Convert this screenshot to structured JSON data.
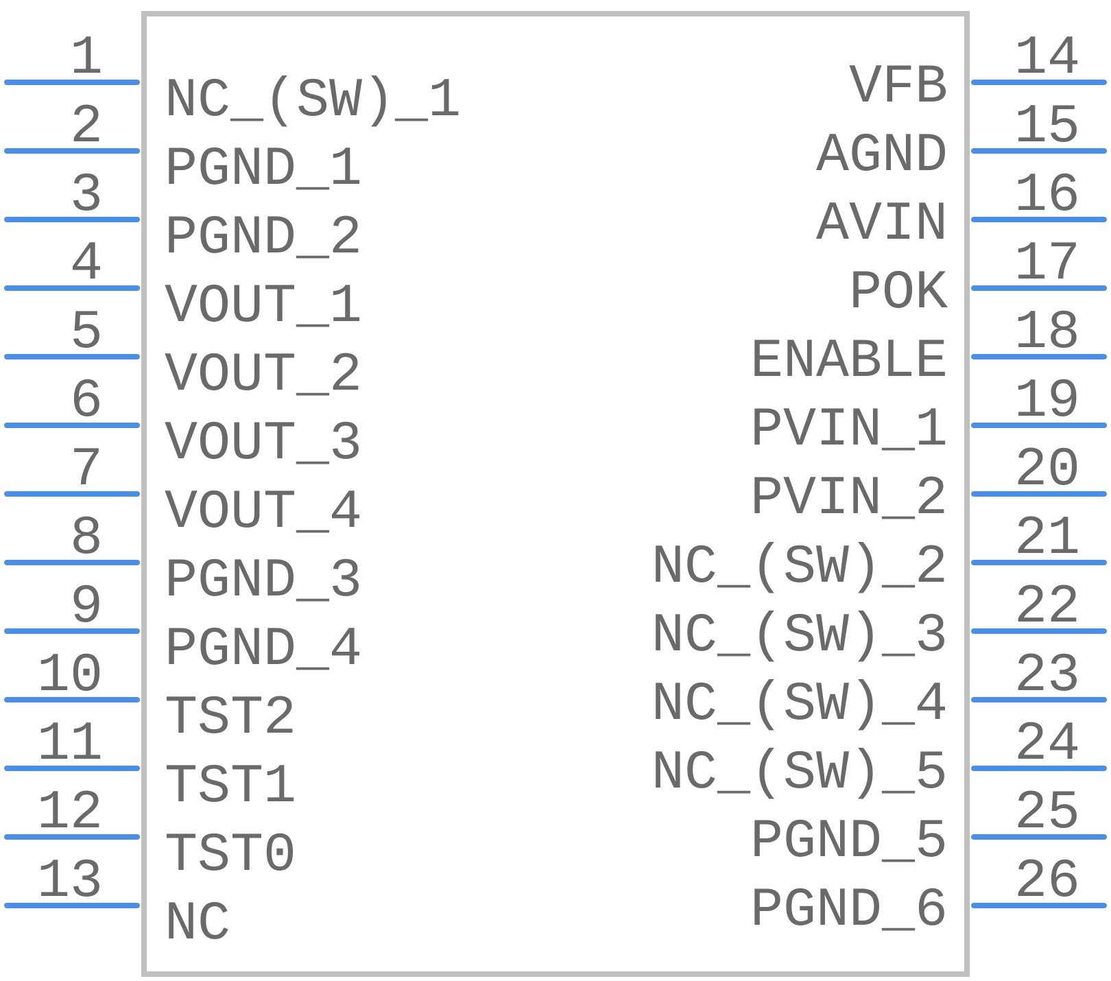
{
  "colors": {
    "pin": "#4a90e8",
    "body_outline": "#c0c0c0",
    "text": "#6a6a6a",
    "background": "#ffffff"
  },
  "left_pins": [
    {
      "number": "1",
      "name": "NC_(SW)_1"
    },
    {
      "number": "2",
      "name": "PGND_1"
    },
    {
      "number": "3",
      "name": "PGND_2"
    },
    {
      "number": "4",
      "name": "VOUT_1"
    },
    {
      "number": "5",
      "name": "VOUT_2"
    },
    {
      "number": "6",
      "name": "VOUT_3"
    },
    {
      "number": "7",
      "name": "VOUT_4"
    },
    {
      "number": "8",
      "name": "PGND_3"
    },
    {
      "number": "9",
      "name": "PGND_4"
    },
    {
      "number": "10",
      "name": "TST2"
    },
    {
      "number": "11",
      "name": "TST1"
    },
    {
      "number": "12",
      "name": "TST0"
    },
    {
      "number": "13",
      "name": "NC"
    }
  ],
  "right_pins": [
    {
      "number": "14",
      "name": "VFB"
    },
    {
      "number": "15",
      "name": "AGND"
    },
    {
      "number": "16",
      "name": "AVIN"
    },
    {
      "number": "17",
      "name": "POK"
    },
    {
      "number": "18",
      "name": "ENABLE"
    },
    {
      "number": "19",
      "name": "PVIN_1"
    },
    {
      "number": "20",
      "name": "PVIN_2"
    },
    {
      "number": "21",
      "name": "NC_(SW)_2"
    },
    {
      "number": "22",
      "name": "NC_(SW)_3"
    },
    {
      "number": "23",
      "name": "NC_(SW)_4"
    },
    {
      "number": "24",
      "name": "NC_(SW)_5"
    },
    {
      "number": "25",
      "name": "PGND_5"
    },
    {
      "number": "26",
      "name": "PGND_6"
    }
  ]
}
